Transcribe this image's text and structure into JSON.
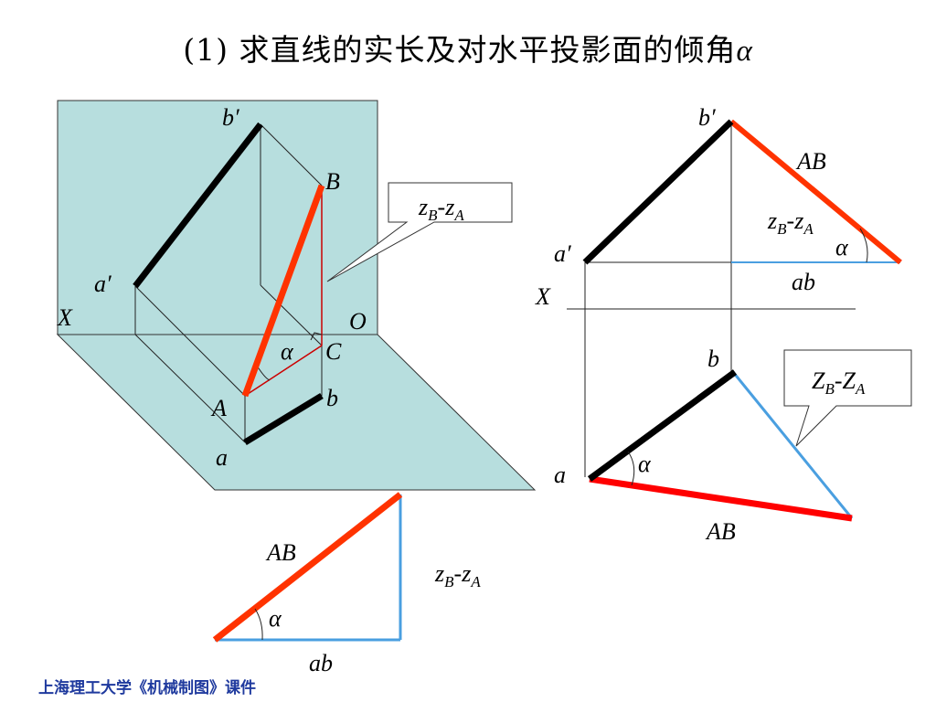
{
  "title": {
    "text": "(1) 求直线的实长及对水平投影面的倾角",
    "alpha": "α"
  },
  "footer": "上海理工大学《机械制图》课件",
  "colors": {
    "plane_fill": "#b7dede",
    "true_length": "#ff3300",
    "projection": "#000000",
    "height_diff": "#4a9fe0",
    "thin_red": "#cc0000",
    "footer_text": "#1f3a9e"
  },
  "labels": {
    "b_prime": "b′",
    "a_prime": "a′",
    "B": "B",
    "A": "A",
    "C": "C",
    "O": "O",
    "X": "X",
    "a": "a",
    "b": "b",
    "alpha": "α",
    "AB": "AB",
    "ab": "ab",
    "zB": "z",
    "zA": "z",
    "ZB": "Z",
    "ZA": "Z",
    "sub_B": "B",
    "sub_A": "A",
    "dash": "-"
  }
}
